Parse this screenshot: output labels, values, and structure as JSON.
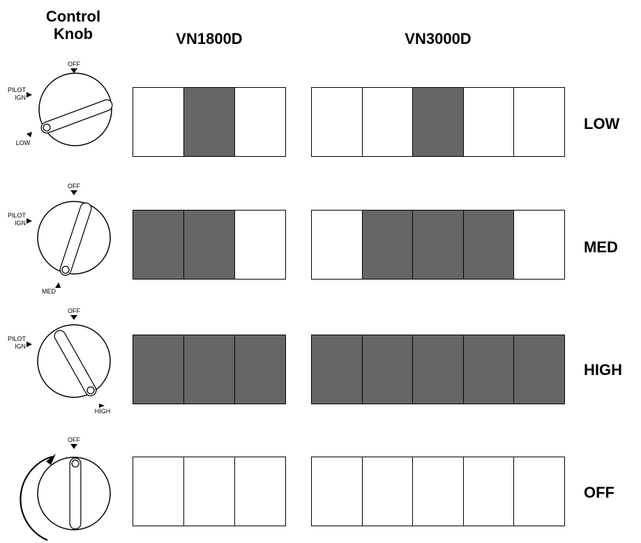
{
  "headers": {
    "control_line1": "Control",
    "control_line2": "Knob",
    "model_a": "VN1800D",
    "model_b": "VN3000D"
  },
  "colors": {
    "lit": "#666666",
    "unlit": "#ffffff",
    "outline": "#000000"
  },
  "rows": [
    {
      "level": "LOW",
      "knob": {
        "off": "OFF",
        "pilot_line1": "PILOT",
        "pilot_line2": "IGN",
        "position_label": "LOW",
        "shows_rotation_arrow": false
      },
      "vn1800d": [
        false,
        true,
        false
      ],
      "vn3000d": [
        false,
        false,
        true,
        false,
        false
      ]
    },
    {
      "level": "MED",
      "knob": {
        "off": "OFF",
        "pilot_line1": "PILOT",
        "pilot_line2": "IGN",
        "position_label": "MED",
        "shows_rotation_arrow": false
      },
      "vn1800d": [
        true,
        true,
        false
      ],
      "vn3000d": [
        false,
        true,
        true,
        true,
        false
      ]
    },
    {
      "level": "HIGH",
      "knob": {
        "off": "OFF",
        "pilot_line1": "PILOT",
        "pilot_line2": "IGN",
        "position_label": "HIGH",
        "shows_rotation_arrow": false
      },
      "vn1800d": [
        true,
        true,
        true
      ],
      "vn3000d": [
        true,
        true,
        true,
        true,
        true
      ]
    },
    {
      "level": "OFF",
      "knob": {
        "off": "OFF",
        "shows_rotation_arrow": true
      },
      "vn1800d": [
        false,
        false,
        false
      ],
      "vn3000d": [
        false,
        false,
        false,
        false,
        false
      ]
    }
  ]
}
